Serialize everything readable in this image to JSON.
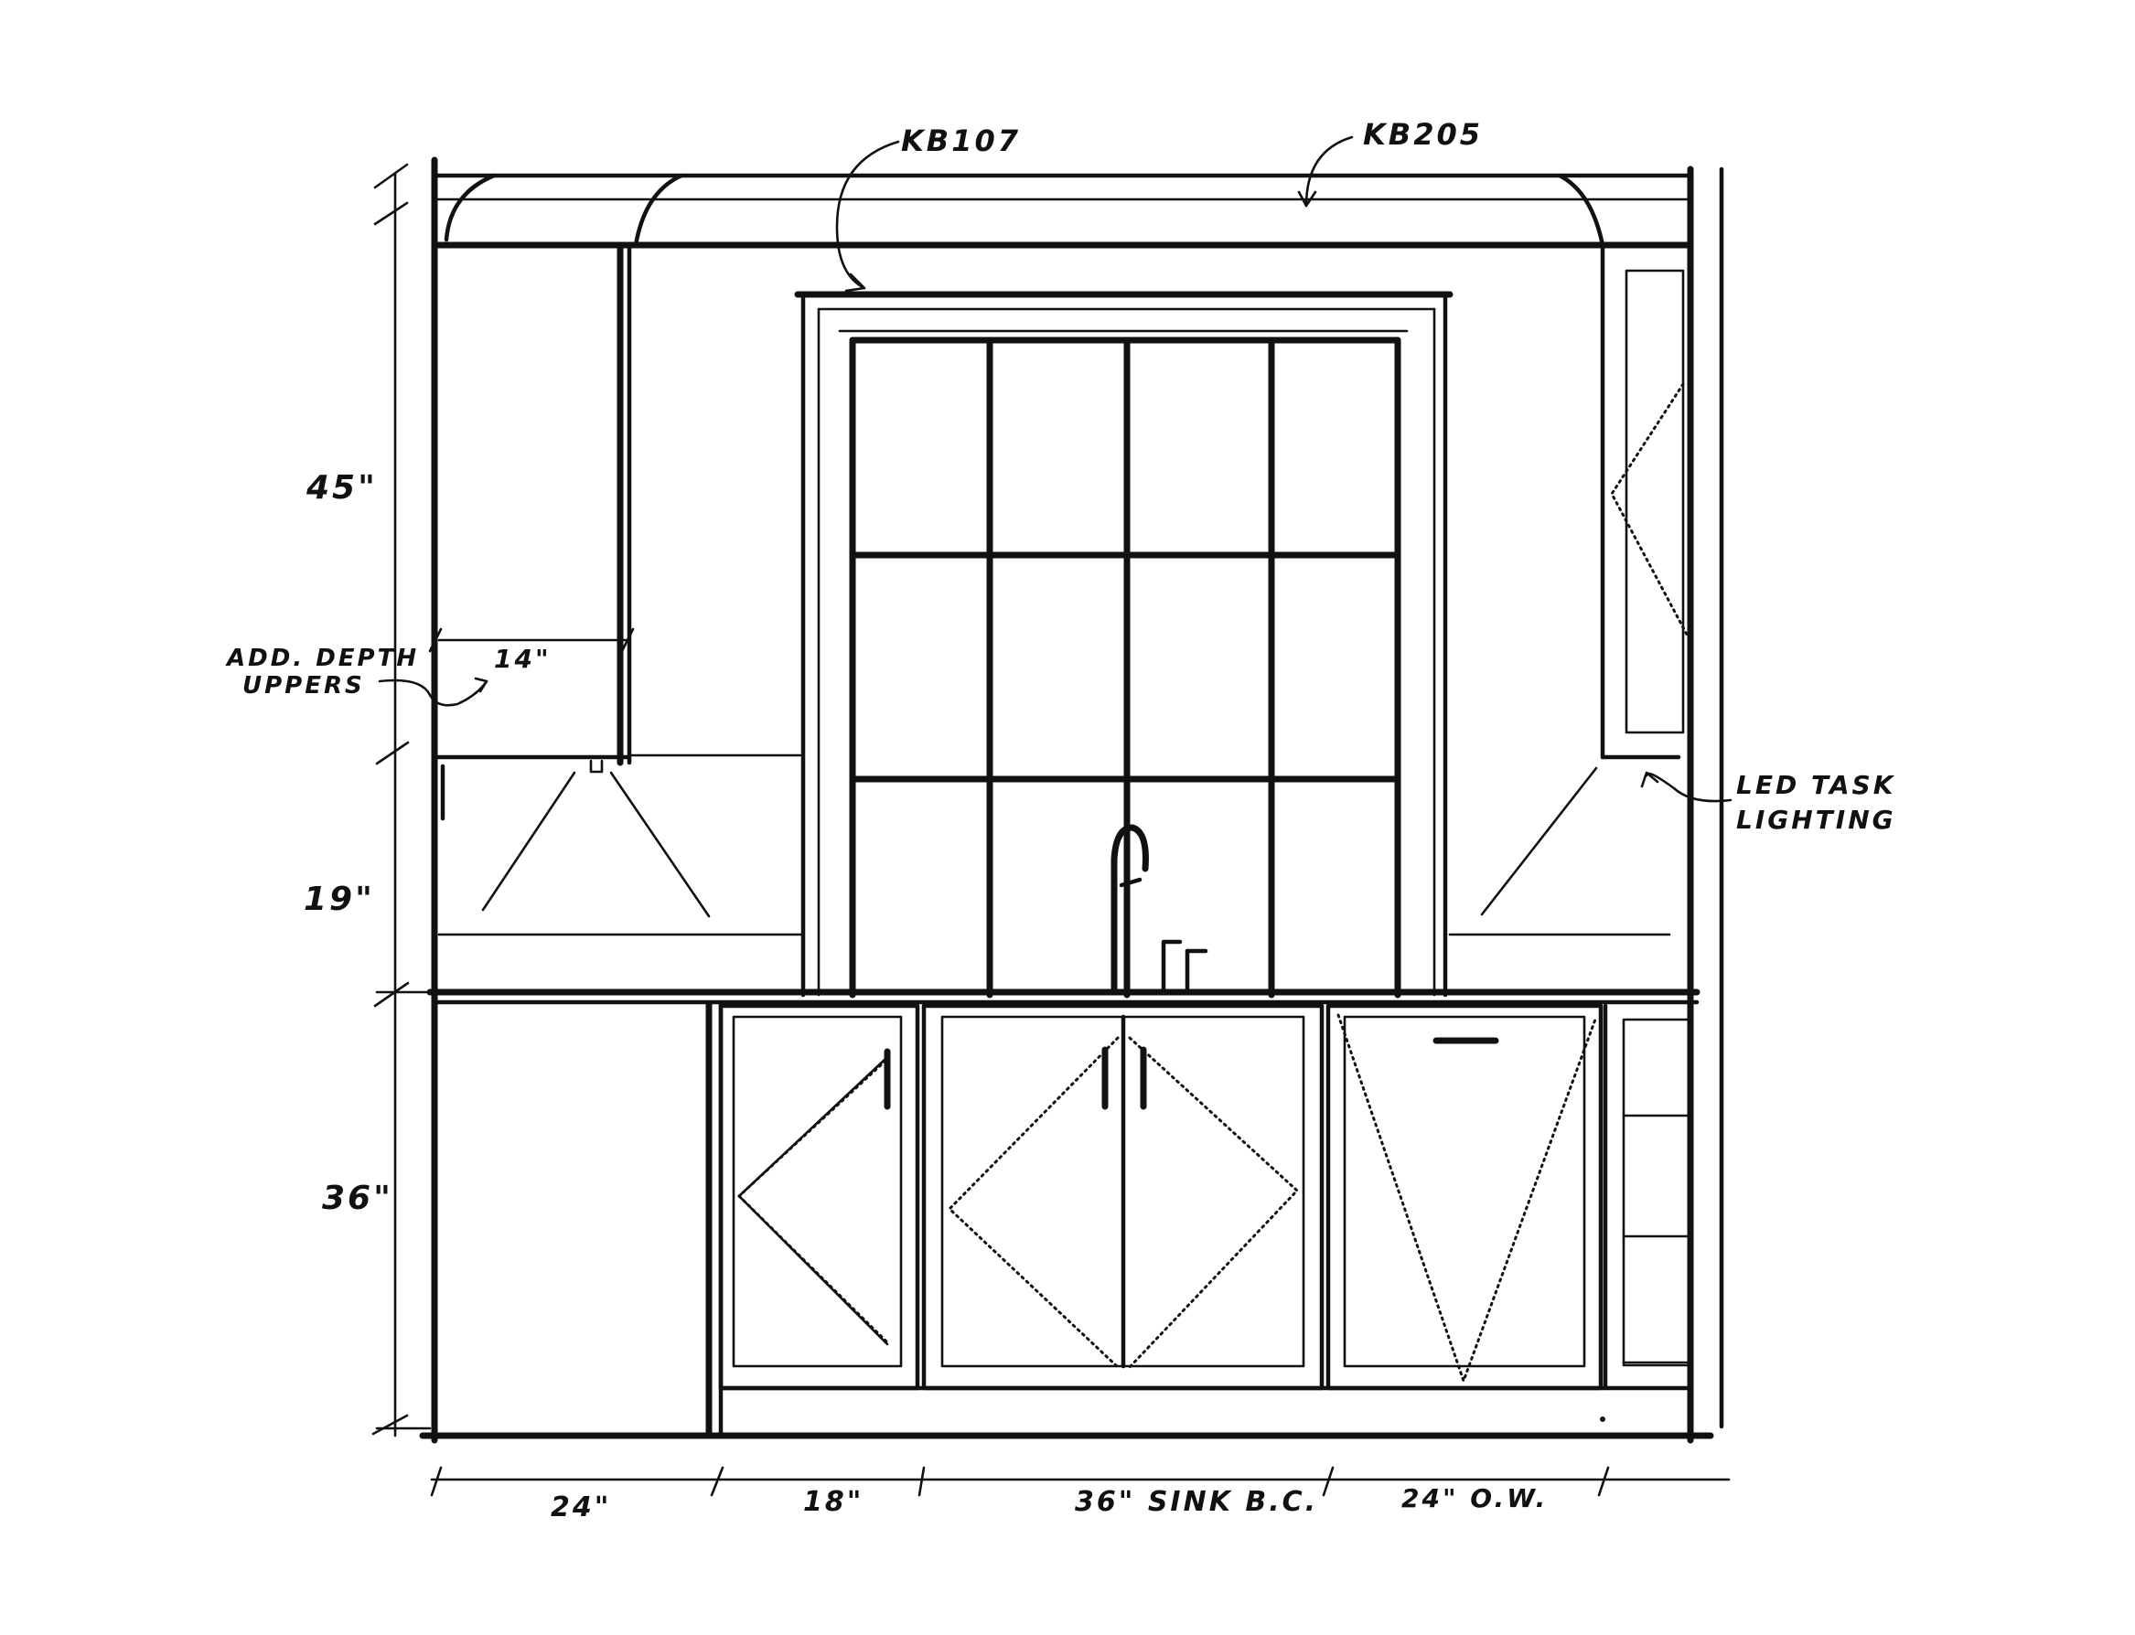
{
  "callouts": {
    "window_code": "KB107",
    "crown_code": "KB205",
    "upper_note_line1": "ADD. DEPTH",
    "upper_note_line2": "UPPERS",
    "upper_depth": "14\"",
    "lighting_line1": "LED TASK",
    "lighting_line2": "LIGHTING"
  },
  "vertical_dimensions": {
    "upper": "45\"",
    "backsplash": "19\"",
    "base": "36\""
  },
  "horizontal_dimensions": {
    "left_base": "24\"",
    "drawer_base": "18\"",
    "sink_base": "36\" SINK B.C.",
    "oven": "24\" O.W."
  }
}
